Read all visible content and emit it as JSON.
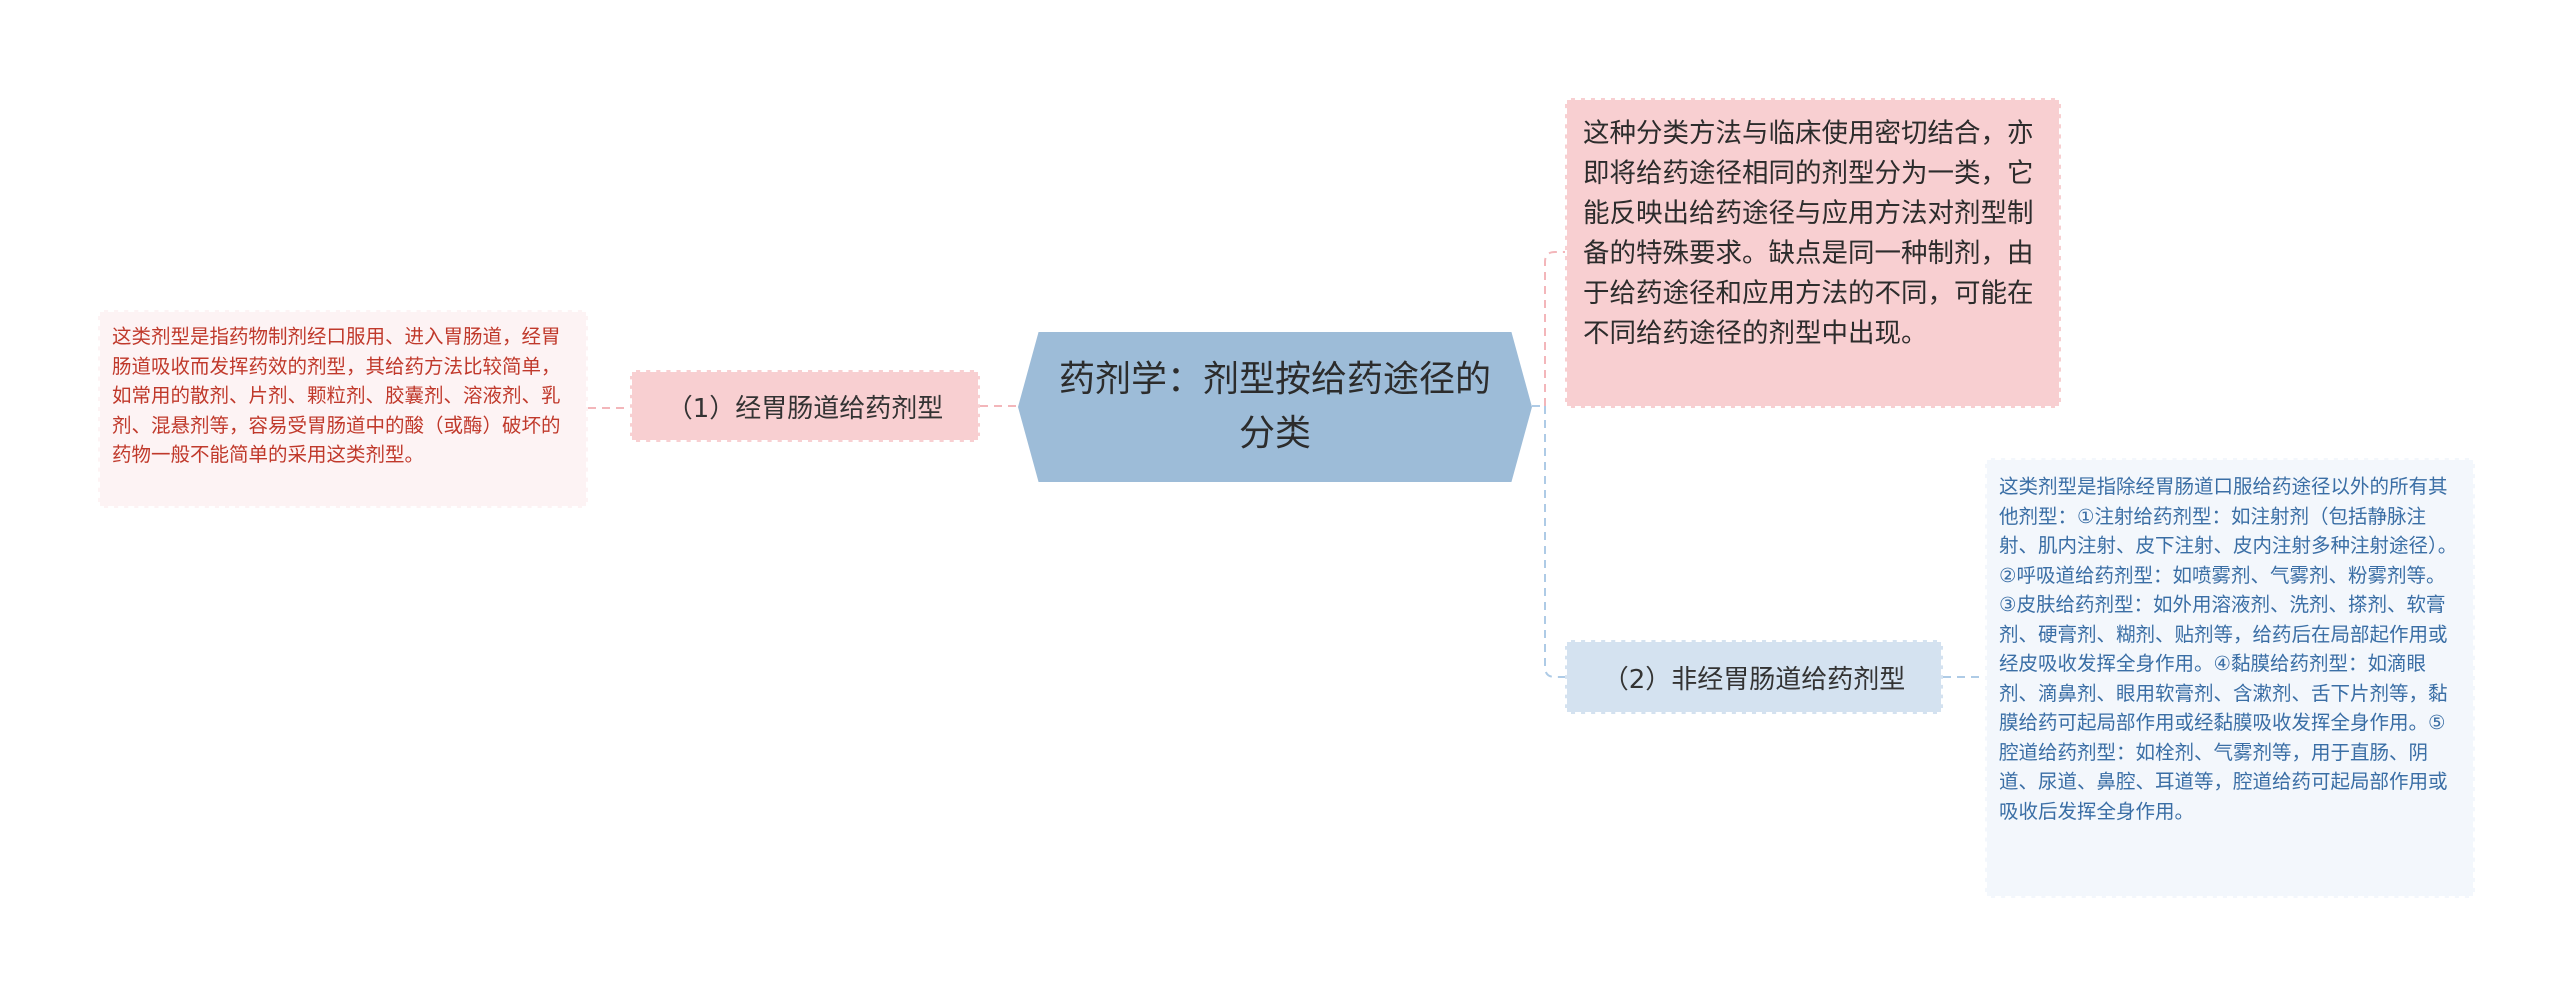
{
  "mindmap": {
    "center": {
      "text": "药剂学：剂型按给药途径的分类"
    },
    "left_branch": {
      "label": "（1）经胃肠道给药剂型",
      "detail": "这类剂型是指药物制剂经口服用、进入胃肠道，经胃肠道吸收而发挥药效的剂型，其给药方法比较简单，如常用的散剂、片剂、颗粒剂、胶囊剂、溶液剂、乳剂、混悬剂等，容易受胃肠道中的酸（或酶）破坏的药物一般不能简单的采用这类剂型。"
    },
    "right_top": {
      "text": "这种分类方法与临床使用密切结合，亦即将给药途径相同的剂型分为一类，它能反映出给药途径与应用方法对剂型制备的特殊要求。缺点是同一种制剂，由于给药途径和应用方法的不同，可能在不同给药途径的剂型中出现。"
    },
    "right_branch": {
      "label": "（2）非经胃肠道给药剂型",
      "detail": "这类剂型是指除经胃肠道口服给药途径以外的所有其他剂型：①注射给药剂型：如注射剂（包括静脉注射、肌内注射、皮下注射、皮内注射多种注射途径）。②呼吸道给药剂型：如喷雾剂、气雾剂、粉雾剂等。③皮肤给药剂型：如外用溶液剂、洗剂、搽剂、软膏剂、硬膏剂、糊剂、贴剂等，给药后在局部起作用或经皮吸收发挥全身作用。④黏膜给药剂型：如滴眼剂、滴鼻剂、眼用软膏剂、含漱剂、舌下片剂等，黏膜给药可起局部作用或经黏膜吸收发挥全身作用。⑤腔道给药剂型：如栓剂、气雾剂等，用于直肠、阴道、尿道、鼻腔、耳道等，腔道给药可起局部作用或吸收后发挥全身作用。"
    },
    "colors": {
      "center_fill": "#9dbcd8",
      "pink_fill": "#f8cfd1",
      "blue_fill": "#d4e2f0",
      "pink_text": "#c0392b",
      "blue_text": "#3a6ea5",
      "pink_line": "#f3b6ba",
      "blue_line": "#aecbe6"
    }
  }
}
